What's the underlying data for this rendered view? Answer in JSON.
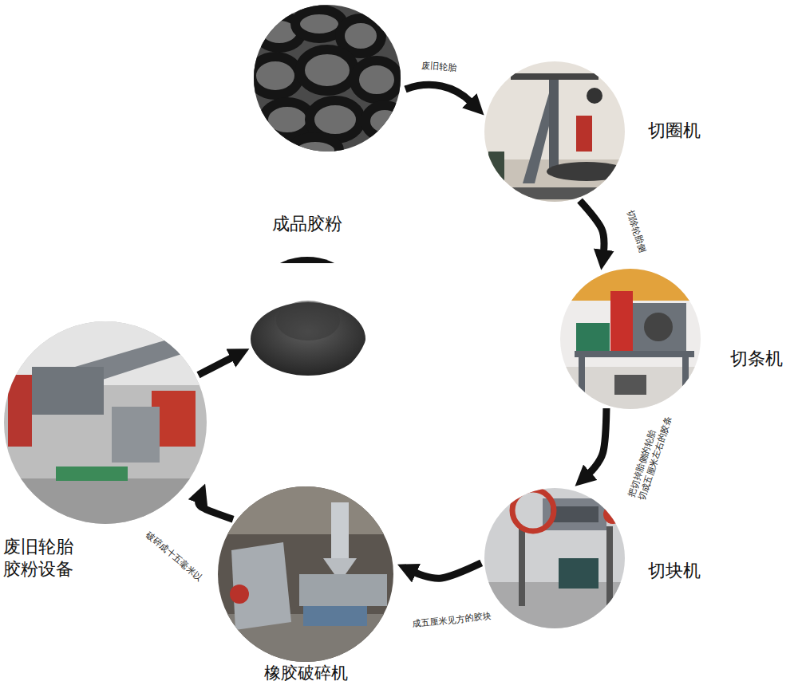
{
  "diagram": {
    "nodes": [
      {
        "text": [
          "切圈机"
        ]
      },
      {
        "text": [
          "切条机"
        ]
      },
      {
        "text": [
          "切块机"
        ]
      },
      {
        "text": [
          "橡胶破碎机"
        ]
      },
      {
        "text": [
          "废旧轮胎 胶粉设备"
        ]
      },
      {
        "text": [
          "成品胶粉"
        ]
      }
    ],
    "edges": [
      {
        "from": 0,
        "to": 1,
        "arrow": "to",
        "label": "切除轮胎侧"
      },
      {
        "from": 1,
        "to": 2,
        "arrow": "to",
        "label": "把切掉胎侧的轮胎 切成五厘米左右的胶条"
      },
      {
        "from": 2,
        "to": 3,
        "arrow": "to",
        "label": "成五厘米见方的胶块"
      },
      {
        "from": 3,
        "to": 4,
        "arrow": "to",
        "label": "破碎成十五毫米以"
      },
      {
        "from": 4,
        "to": 5,
        "arrow": "to"
      }
    ],
    "labels": [
      "废旧轮胎"
    ]
  }
}
